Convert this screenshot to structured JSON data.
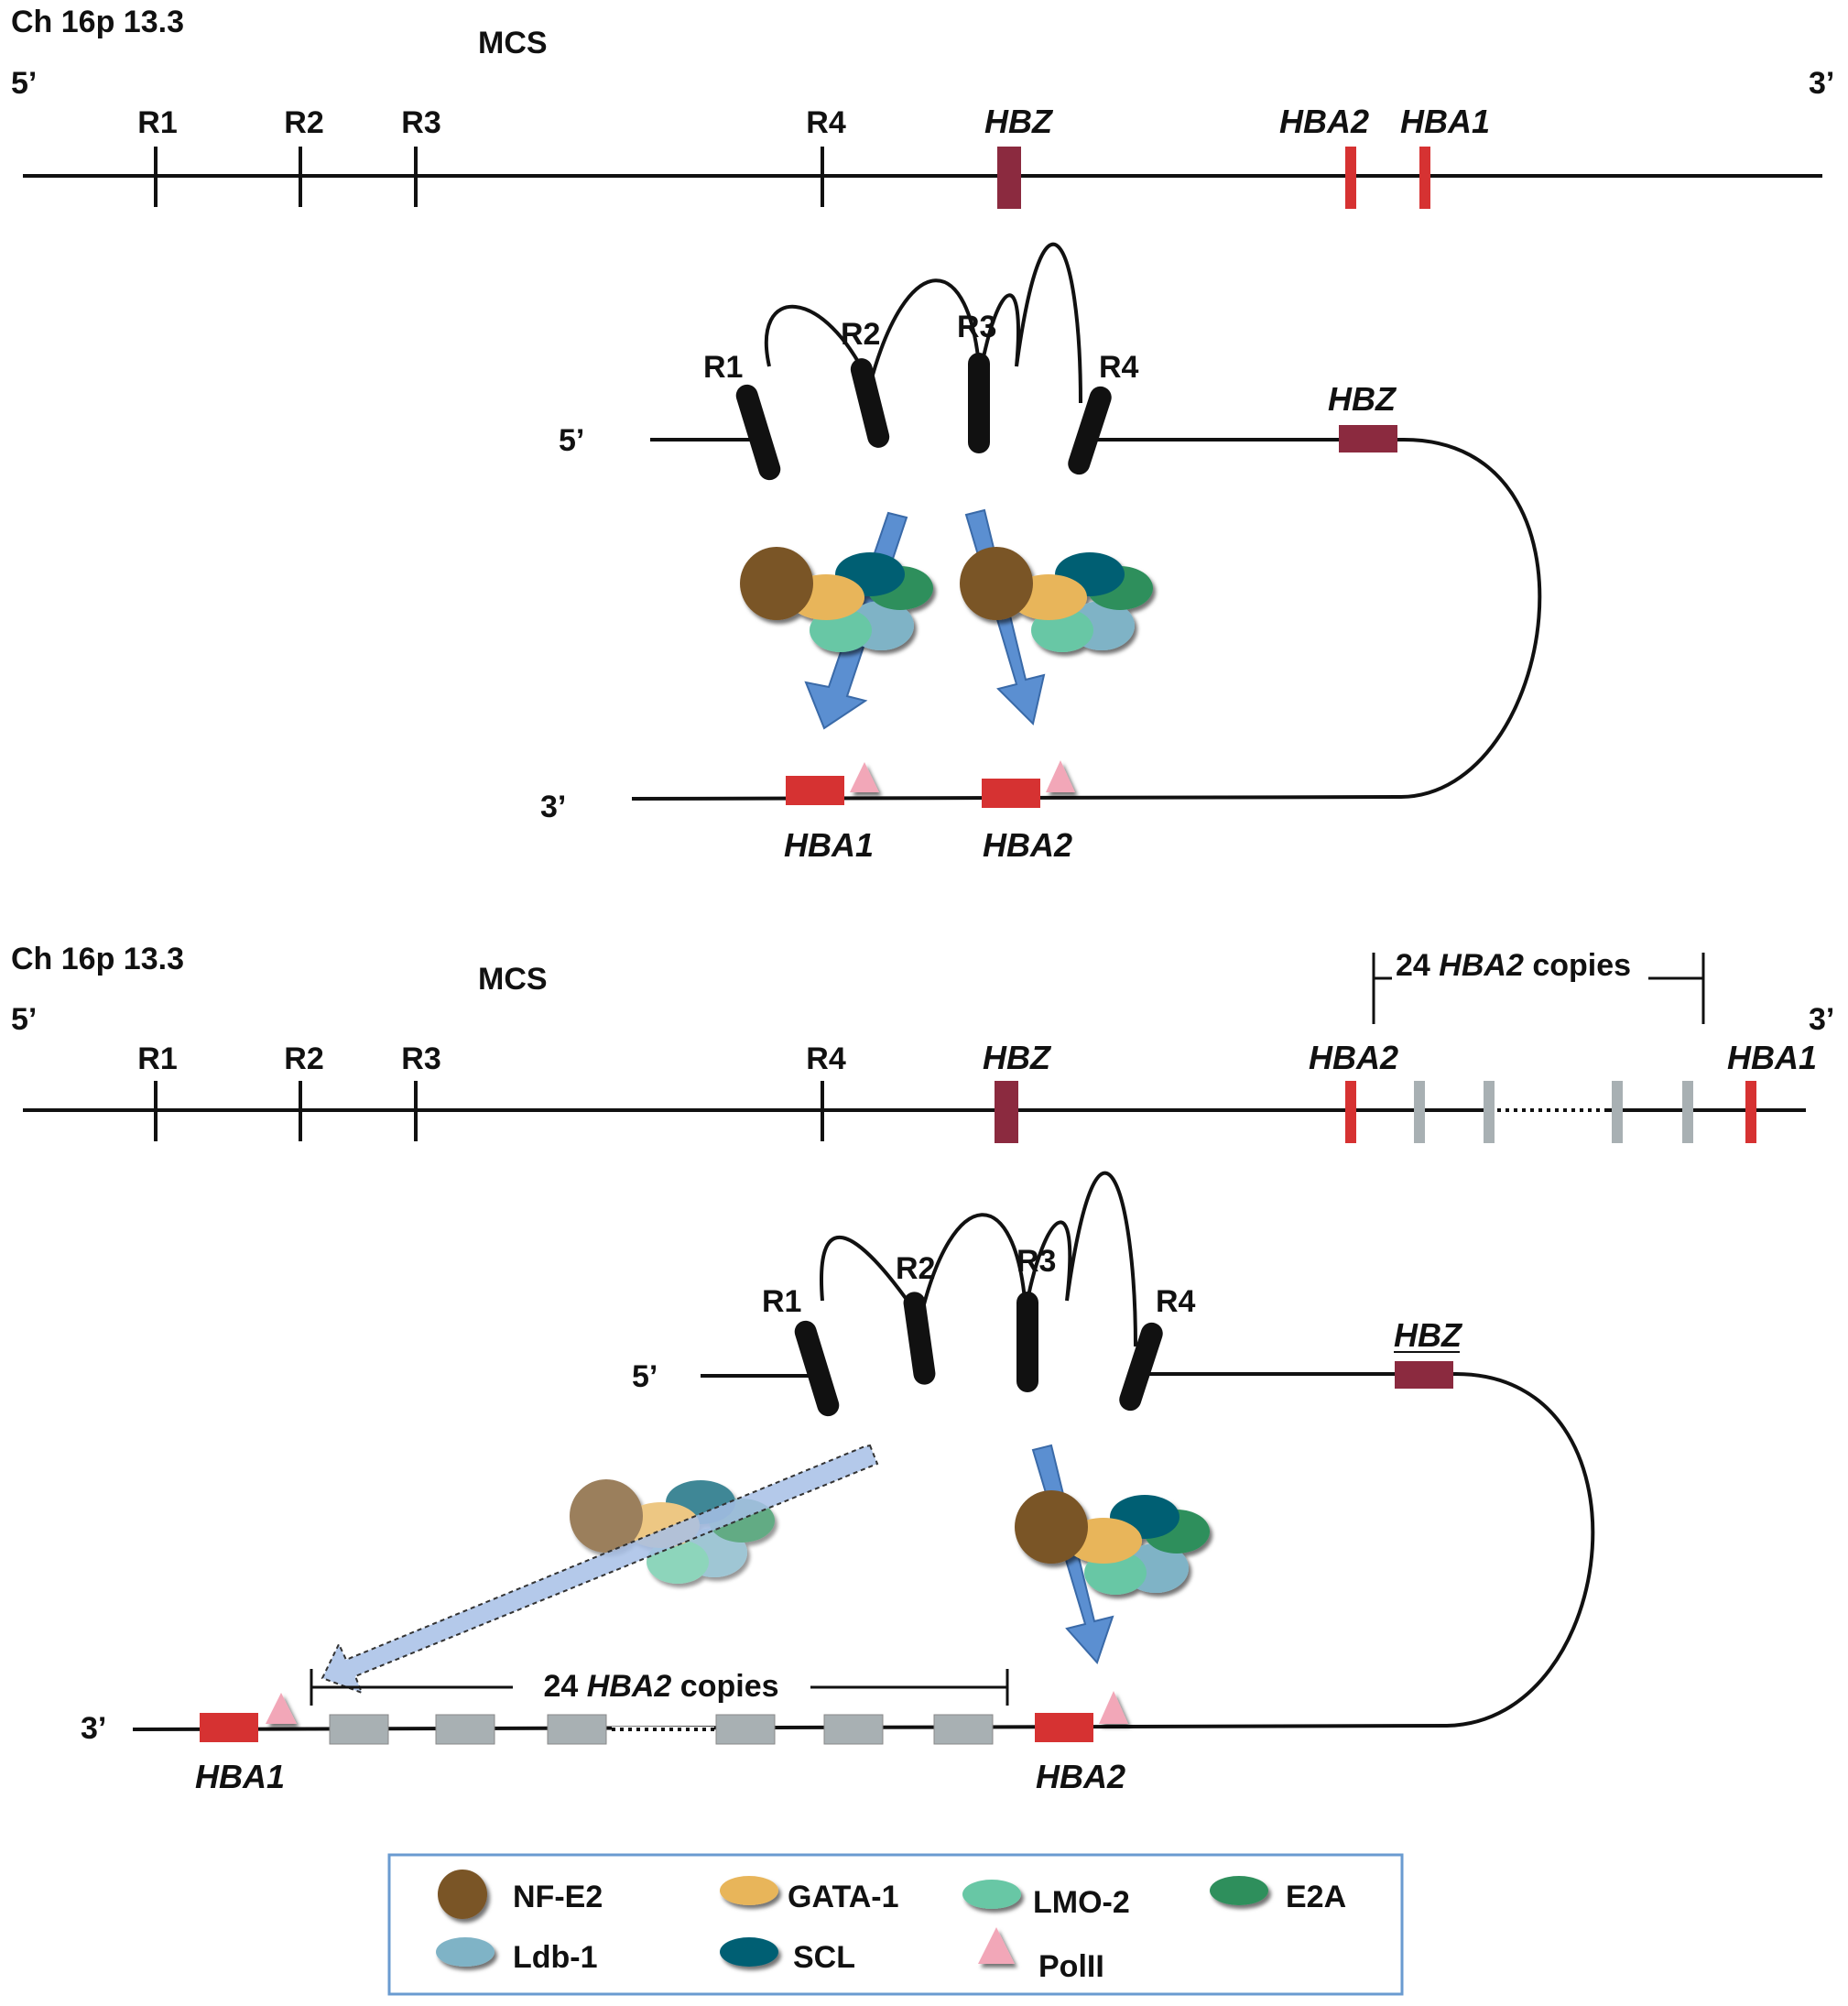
{
  "panel1": {
    "chromosome": "Ch 16p 13.3",
    "mcs": "MCS",
    "five_prime": "5’",
    "three_prime": "3’",
    "sites": {
      "r1": "R1",
      "r2": "R2",
      "r3": "R3",
      "r4": "R4"
    },
    "genes": {
      "hbz": "HBZ",
      "hba2": "HBA2",
      "hba1": "HBA1"
    },
    "loop": {
      "r1": "R1",
      "r2": "R2",
      "r3": "R3",
      "r4": "R4",
      "hbz": "HBZ",
      "five_prime": "5’",
      "three_prime": "3’",
      "hba1": "HBA1",
      "hba2": "HBA2"
    }
  },
  "panel2": {
    "chromosome": "Ch 16p 13.3",
    "mcs": "MCS",
    "five_prime": "5’",
    "three_prime": "3’",
    "sites": {
      "r1": "R1",
      "r2": "R2",
      "r3": "R3",
      "r4": "R4"
    },
    "genes": {
      "hbz": "HBZ",
      "hba2": "HBA2",
      "hba1": "HBA1"
    },
    "copies": {
      "count": "24",
      "gene": "HBA2",
      "word": "copies"
    },
    "loop": {
      "r1": "R1",
      "r2": "R2",
      "r3": "R3",
      "r4": "R4",
      "hbz": "HBZ",
      "five_prime": "5’",
      "three_prime": "3’",
      "hba1": "HBA1",
      "hba2": "HBA2",
      "copies": {
        "count": "24",
        "gene": "HBA2",
        "word": "copies"
      }
    }
  },
  "legend": {
    "nfe2": "NF-E2",
    "gata1": "GATA-1",
    "lmo2": "LMO-2",
    "e2a": "E2A",
    "ldb1": "Ldb-1",
    "scl": "SCL",
    "polii": "PolII"
  },
  "colors": {
    "nfe2": "#7a5427",
    "gata1": "#e8b55a",
    "lmo2": "#68c7a5",
    "e2a": "#2e8f5b",
    "ldb1": "#7fb3c6",
    "scl": "#005f73",
    "polii": "#f2a7b8",
    "hbz": "#8b2a3f",
    "hba": "#d63232",
    "copy": "#a8b0b3",
    "arrow": "#5b8fd1",
    "legend_border": "#6a9bd0"
  }
}
